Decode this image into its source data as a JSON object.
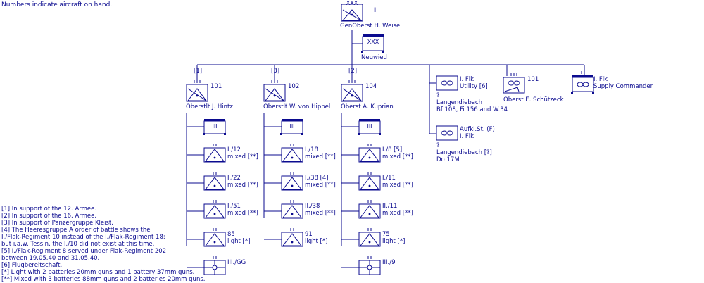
{
  "header_note": "Numbers indicate aircraft on hand.",
  "commander": {
    "superscript": "I",
    "name": "GenOberst  H. Weise",
    "echelon": "XXX"
  },
  "hq": {
    "label": "Neuwied",
    "echelon": "XXX"
  },
  "columns": [
    {
      "note": "[1]",
      "number": "101",
      "commander": "Oberstlt  J. Hintz",
      "hq_echelon": "III",
      "units": [
        {
          "line1": "I./12",
          "line2": "mixed [**]"
        },
        {
          "line1": "I./22",
          "line2": "mixed [**]"
        },
        {
          "line1": "I./51",
          "line2": "mixed [**]"
        },
        {
          "line1": "85",
          "line2": "light [*]"
        },
        {
          "line1": "III./GG",
          "line2": ""
        }
      ]
    },
    {
      "note": "[3]",
      "number": "102",
      "commander": "Oberstlt  W. von Hippel",
      "hq_echelon": "III",
      "units": [
        {
          "line1": "I./18",
          "line2": "mixed [**]"
        },
        {
          "line1": "I./38 [4]",
          "line2": "mixed [**]"
        },
        {
          "line1": "II./38",
          "line2": "mixed [**]"
        },
        {
          "line1": "91",
          "line2": "light [*]"
        }
      ]
    },
    {
      "note": "[2]",
      "number": "104",
      "commander": "Oberst  A. Kuprian",
      "hq_echelon": "III",
      "units": [
        {
          "line1": "I./8 [5]",
          "line2": "mixed [**]"
        },
        {
          "line1": "I./11",
          "line2": "mixed [**]"
        },
        {
          "line1": "II./11",
          "line2": "mixed [**]"
        },
        {
          "line1": "75",
          "line2": "light [*]"
        },
        {
          "line1": "III./9",
          "line2": ""
        }
      ]
    }
  ],
  "air_units": [
    {
      "line1": "I. Flk",
      "line2": "Utility [6]",
      "q": "?",
      "base": "Langendiebach",
      "types": "Bf 108, Fi 156 and W.34"
    },
    {
      "line1": "Aufkl.St. (F)",
      "line2": "I. Flk",
      "q": "?",
      "base": "Langendiebach [?]",
      "types": "Do 17M"
    }
  ],
  "transport": {
    "number": "101",
    "commander": "Oberst  E. Schützeck",
    "echelon": "III"
  },
  "supply": {
    "line1": "I. Flk",
    "line2": "Supply Commander",
    "echelon": "II"
  },
  "footnotes": [
    "[1] In support of the 12. Armee.",
    "[2] In support of the 16. Armee.",
    "[3] In support of Panzergruppe Kleist.",
    "[4]  The Heeresgruppe A order of battle shows the",
    "       I./Flak-Regiment 10 instead of the I./Flak-Regiment 18;",
    "       but i.a.w.  Tessin, the I./10 did not exist at this time.",
    "[5] I./Flak-Regiment 8 served under Flak-Regiment 202",
    "       between 19.05.40 and 31.05.40.",
    "[6] Flugbereitschaft.",
    "[*]  Light with 2 batteries 20mm guns and 1 battery 37mm guns.",
    "[**] Mixed with 3 batteries 88mm guns and 2 batteries 20mm guns."
  ]
}
